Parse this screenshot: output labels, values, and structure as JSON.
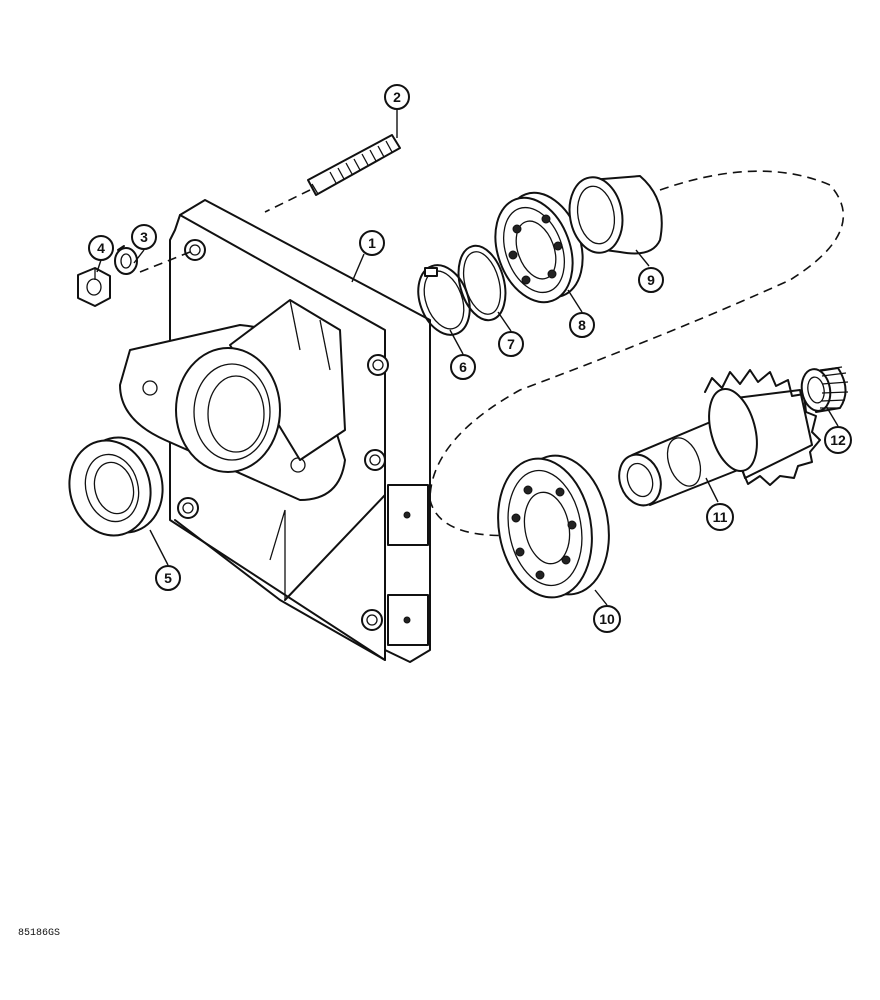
{
  "diagram": {
    "callouts": [
      {
        "id": "callout-1",
        "label": "1"
      },
      {
        "id": "callout-2",
        "label": "2"
      },
      {
        "id": "callout-3",
        "label": "3"
      },
      {
        "id": "callout-4",
        "label": "4"
      },
      {
        "id": "callout-5",
        "label": "5"
      },
      {
        "id": "callout-6",
        "label": "6"
      },
      {
        "id": "callout-7",
        "label": "7"
      },
      {
        "id": "callout-8",
        "label": "8"
      },
      {
        "id": "callout-9",
        "label": "9"
      },
      {
        "id": "callout-10",
        "label": "10"
      },
      {
        "id": "callout-11",
        "label": "11"
      },
      {
        "id": "callout-12",
        "label": "12"
      }
    ],
    "figure_code": "85186GS"
  }
}
